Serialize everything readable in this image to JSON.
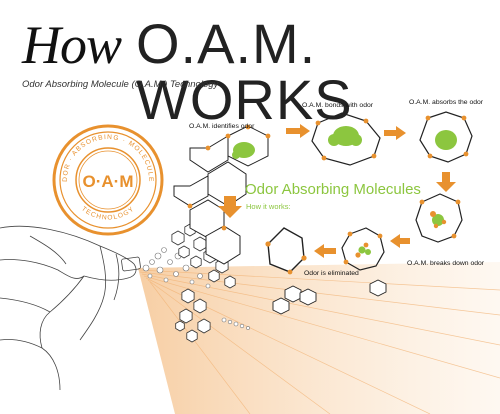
{
  "header": {
    "how": "How",
    "title": "O.A.M. WORKS",
    "subtitle": "Odor Absorbing Molecule (O.A.M.) Technology"
  },
  "stamp": {
    "center": "O·A·M",
    "top_arc": "ODOR · ABSORBING · MOLECULES",
    "bottom_arc": "TECHNOLOGY"
  },
  "center": {
    "heading": "Odor Absorbing Molecules",
    "subheading": "How it works:"
  },
  "steps": [
    {
      "label": "O.A.M. identifies odor"
    },
    {
      "label": "O.A.M. bonds with odor"
    },
    {
      "label": "O.A.M. absorbs the odor"
    },
    {
      "label": "O.A.M. breaks down odor"
    },
    {
      "label": "Odor is eliminated"
    }
  ],
  "colors": {
    "orange": "#e8912e",
    "green": "#8cc63f",
    "text": "#111111"
  }
}
